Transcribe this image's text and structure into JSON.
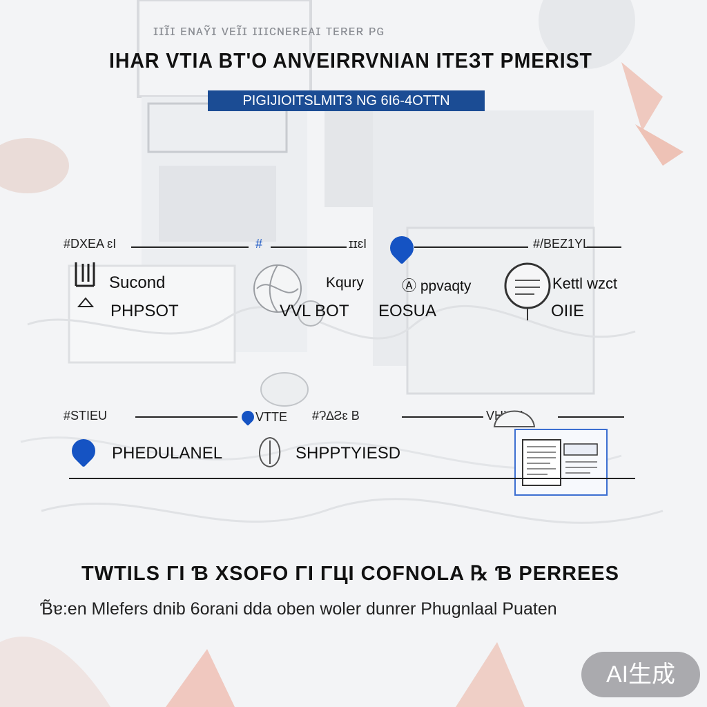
{
  "header": {
    "faint_title": "ɪɪɪ̃ɪ ᴇɴᴀʏ̃ɪ ᴠᴇɪ̃ɪ ɪɪɪᴄɴᴇʀᴇᴀɪ ᴛᴇʀᴇʀ ᴘɢ",
    "title": "IHAR VTIA BT'O ANVEIRRVNIAN ITEЗT PMERIST",
    "subtitle": "PIGIJIOITSLMIT3 NG 6I6-4OTTN"
  },
  "row1": {
    "headers": [
      "#DXEA ɛI",
      "#",
      "ɪɪɛI",
      "#/BEZ1YL"
    ],
    "items": [
      {
        "line1": "Sucond",
        "line2": "PHPSOT"
      },
      {
        "line1": "Kqury",
        "line2": "VVL BOT"
      },
      {
        "line1": "Ⓐ ppvaqty",
        "line2": "EOSUA"
      },
      {
        "line1": "Kettl wzct",
        "line2": "OIIE"
      }
    ]
  },
  "row2": {
    "headers": [
      "#STIEU",
      "VTTE",
      "#Ɂ∆Ƨɛ B",
      "VHXBL"
    ],
    "items": [
      {
        "label": "PHEDULANEL"
      },
      {
        "label": "SHPPTYIESD"
      }
    ]
  },
  "footer": {
    "title": "TWTILS ΓΙ Ɓ XSOFO ΓΙ ΓЦΙ COFNOLA ℞ Ɓ PERREES",
    "description": "Ɓ̃ɐ:en Mlefers dnib 6orani dda oben woler dunrer Phugnlaal Puaten"
  },
  "badge": {
    "label": "AI生成"
  },
  "colors": {
    "accent": "#1553c3",
    "band": "#1b4c94"
  }
}
